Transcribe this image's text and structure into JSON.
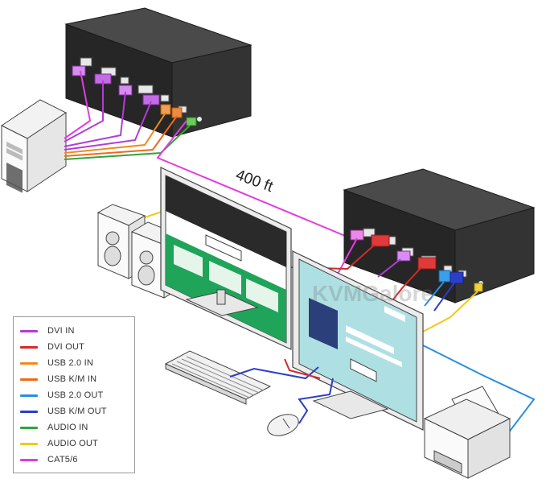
{
  "distance_label": "400 ft",
  "watermark": "KVMGalore",
  "legend": [
    {
      "label": "DVI IN",
      "color": "#b23cd6"
    },
    {
      "label": "DVI OUT",
      "color": "#d42a2a"
    },
    {
      "label": "USB 2.0 IN",
      "color": "#f08a1e"
    },
    {
      "label": "USB K/M IN",
      "color": "#ee6a1a"
    },
    {
      "label": "USB 2.0 OUT",
      "color": "#2a8ee0"
    },
    {
      "label": "USB K/M OUT",
      "color": "#2b3ec8"
    },
    {
      "label": "AUDIO IN",
      "color": "#2ea63a"
    },
    {
      "label": "AUDIO OUT",
      "color": "#f2c81a"
    },
    {
      "label": "CAT5/6",
      "color": "#e23ce0"
    }
  ],
  "colors": {
    "device_body": "#2b2b2b",
    "monitor_left_screen": "#1fa45a",
    "monitor_right_screen": "#aee0e3"
  },
  "icons": [
    "transmitter-unit",
    "receiver-unit",
    "pc-tower",
    "speakers",
    "monitor",
    "keyboard",
    "mouse",
    "printer"
  ]
}
